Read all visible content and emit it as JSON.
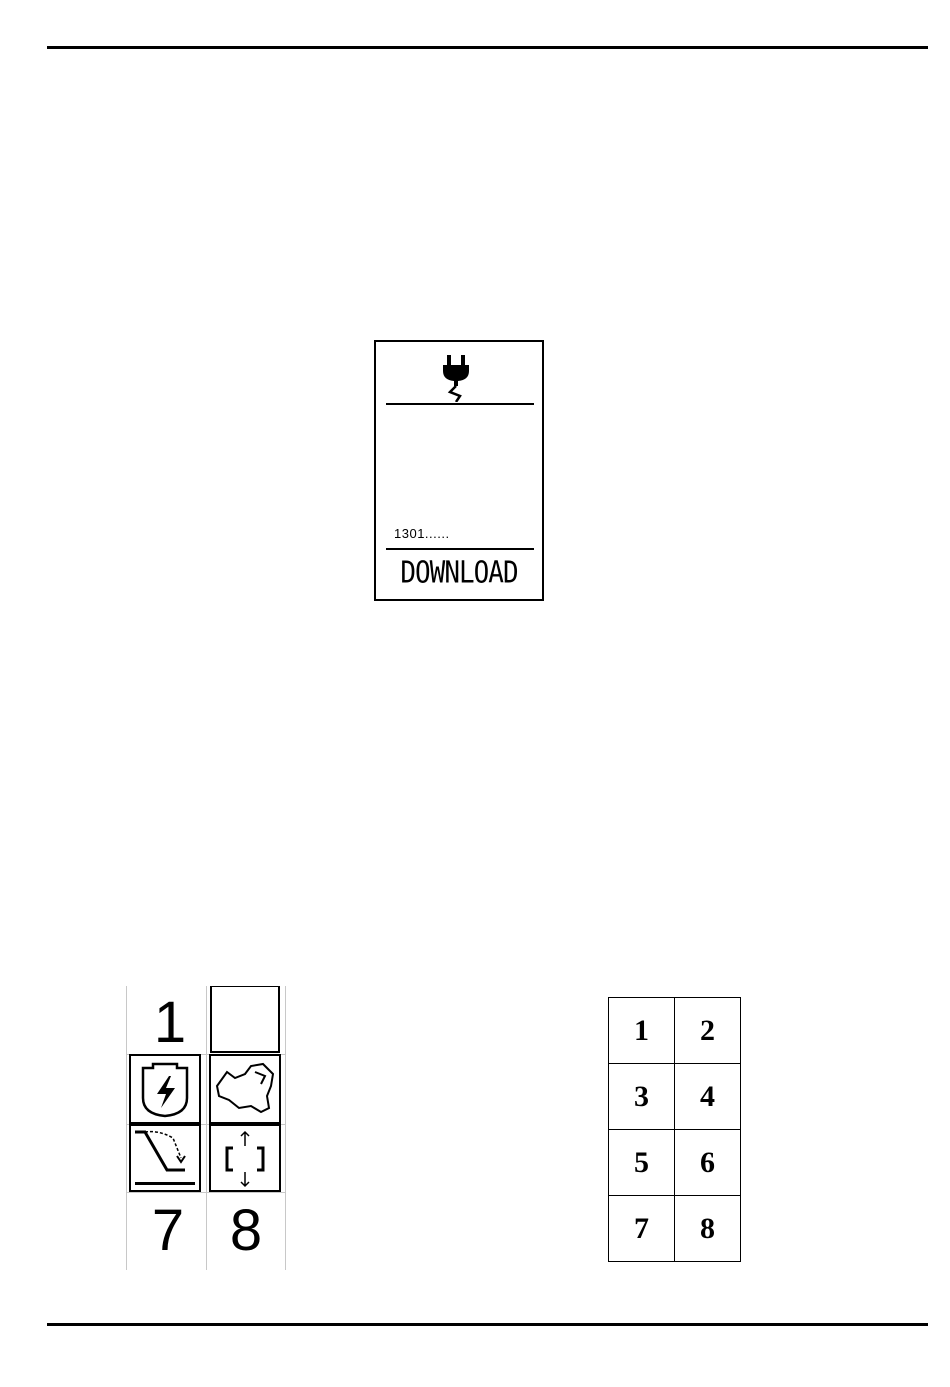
{
  "display": {
    "icon": "plug-icon",
    "status_text": "1301......",
    "mode_label": "DOWNLOAD"
  },
  "icon_grid": {
    "top_left_number": "1",
    "bottom_left_number": "7",
    "bottom_right_number": "8",
    "icons": [
      "engine-power-icon",
      "fuel-can-icon",
      "lever-drop-icon",
      "vertical-bracket-arrows-icon"
    ]
  },
  "number_table": {
    "rows": [
      [
        "1",
        "2"
      ],
      [
        "3",
        "4"
      ],
      [
        "5",
        "6"
      ],
      [
        "7",
        "8"
      ]
    ]
  }
}
